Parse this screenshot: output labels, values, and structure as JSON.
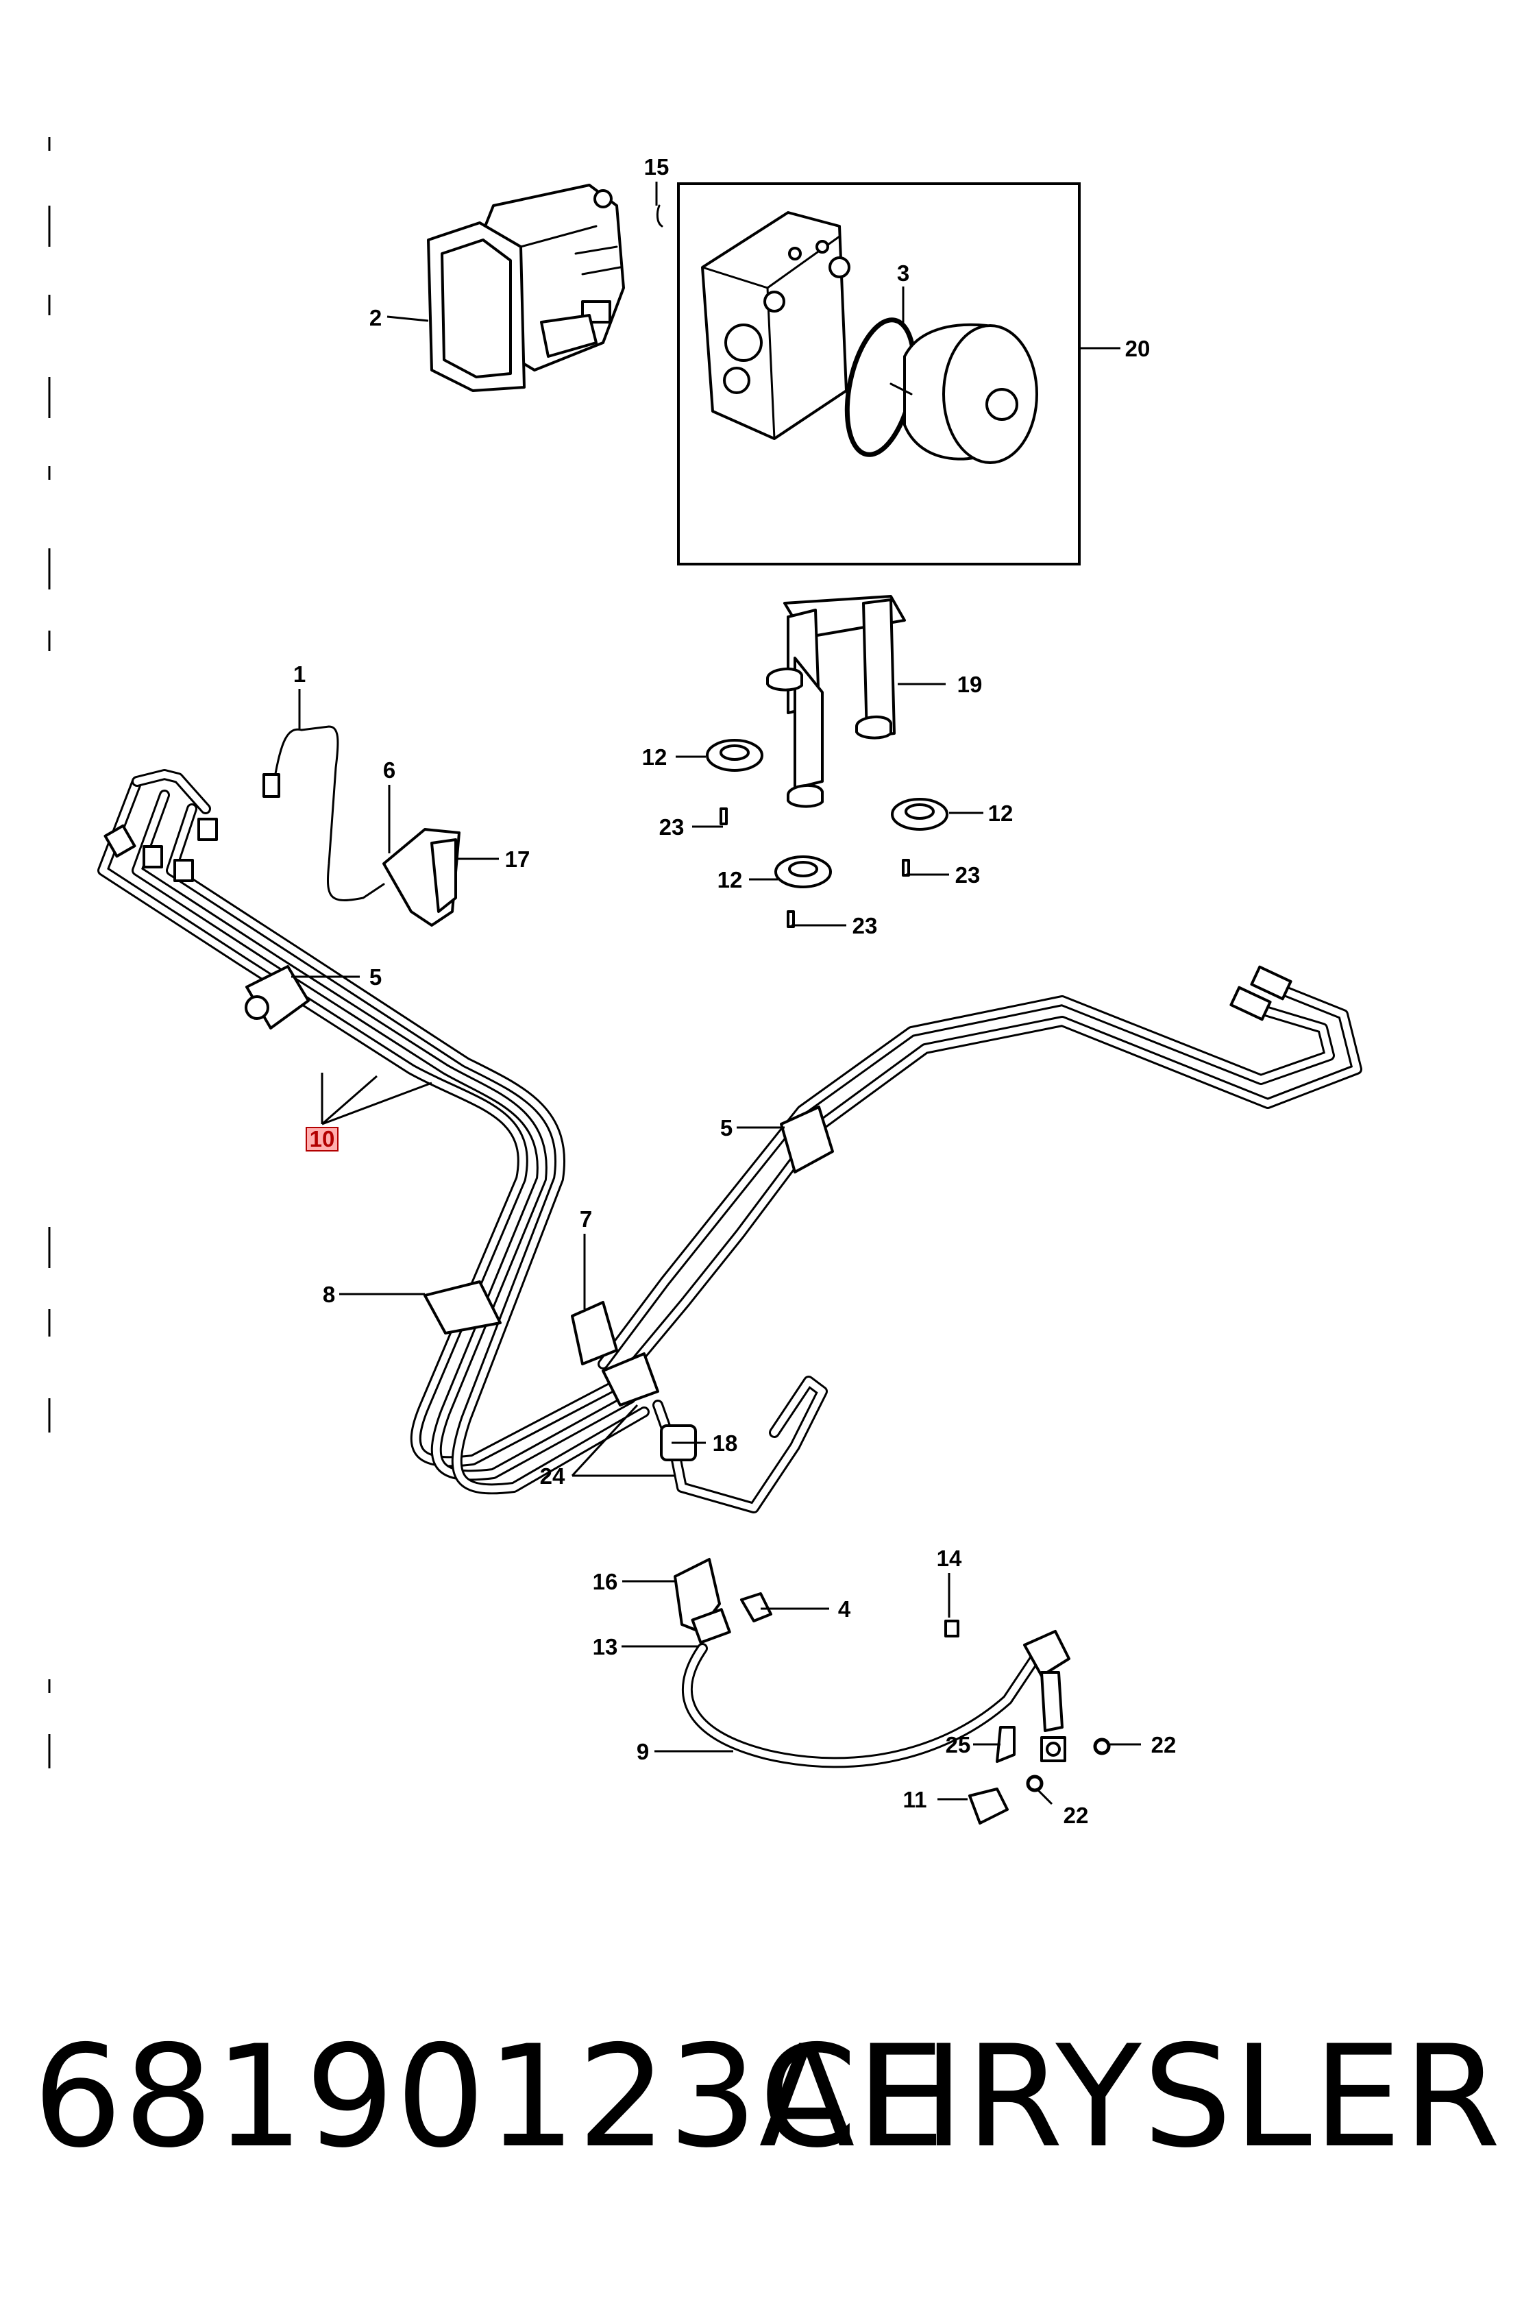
{
  "diagram": {
    "callouts": [
      "15",
      "2",
      "3",
      "20",
      "1",
      "6",
      "17",
      "19",
      "12",
      "23",
      "12",
      "12",
      "23",
      "23",
      "5",
      "10",
      "5",
      "7",
      "8",
      "18",
      "24",
      "16",
      "14",
      "4",
      "13",
      "9",
      "25",
      "22",
      "11",
      "22"
    ],
    "highlighted_callout": "10",
    "highlight_color": "#ff4d4d"
  },
  "footer": {
    "part_number": "68190123AE",
    "brand": "CHRYSLER"
  }
}
